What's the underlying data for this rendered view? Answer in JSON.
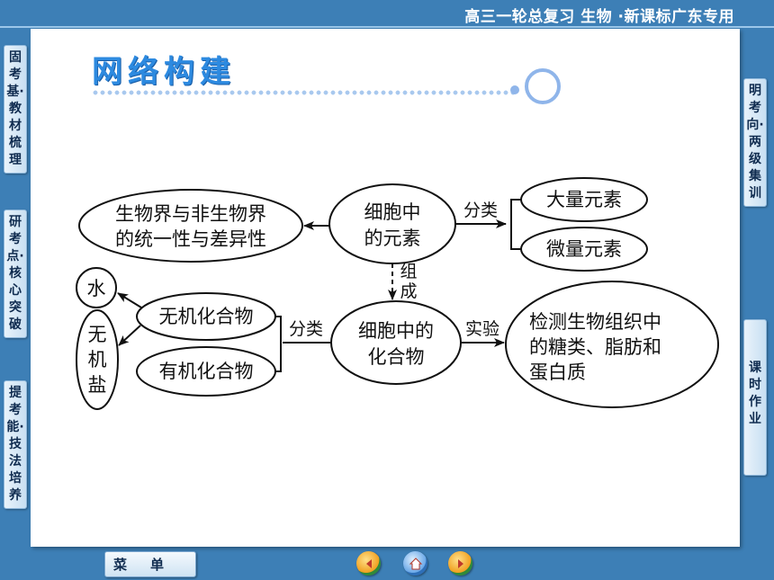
{
  "header": {
    "title": "高三一轮总复习 生物 ·新课标广东专用"
  },
  "left_tabs": [
    {
      "label": "固考基·教材梳理"
    },
    {
      "label": "研考点·核心突破"
    },
    {
      "label": "提考能·技法培养"
    }
  ],
  "right_tabs": [
    {
      "label": "明考向·两级集训"
    },
    {
      "label": "课时作业"
    }
  ],
  "slide": {
    "heading": "网络构建",
    "diagram": {
      "unity": [
        "生物界与非生物界",
        "的统一性与差异性"
      ],
      "elements": [
        "细胞中",
        "的元素"
      ],
      "macro": "大量元素",
      "micro": "微量元素",
      "compounds": [
        "细胞中的",
        "化合物"
      ],
      "inorganic": "无机化合物",
      "organic": "有机化合物",
      "water": "水",
      "salt": [
        "无",
        "机",
        "盐"
      ],
      "detection": [
        "检测生物组织中",
        "的糖类、脂肪和",
        "蛋白质"
      ],
      "label_classify_top": "分类",
      "label_compose": [
        "组",
        "成"
      ],
      "label_classify_bottom": "分类",
      "label_experiment": "实验"
    }
  },
  "footer": {
    "menu_label": "菜单",
    "icons": [
      "back-icon",
      "home-icon",
      "forward-icon"
    ]
  },
  "colors": {
    "background": "#3d7fb6",
    "heading": "#2d8ae0",
    "tab": "#dcebf8"
  }
}
